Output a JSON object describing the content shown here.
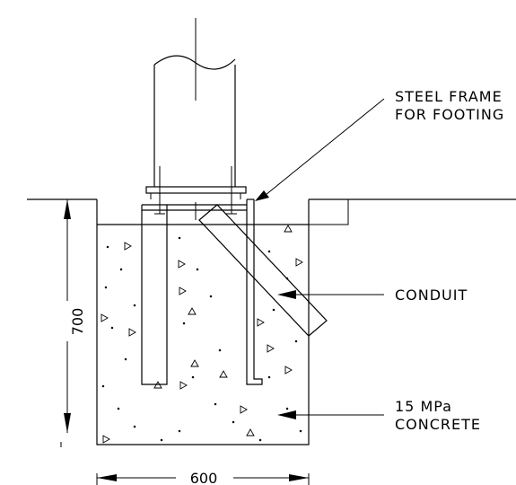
{
  "labels": {
    "steel_frame_line1": "STEEL FRAME",
    "steel_frame_line2": "FOR FOOTING",
    "conduit": "CONDUIT",
    "concrete_line1": "15 MPa",
    "concrete_line2": "CONCRETE"
  },
  "dimensions": {
    "depth": "700",
    "width": "600"
  }
}
